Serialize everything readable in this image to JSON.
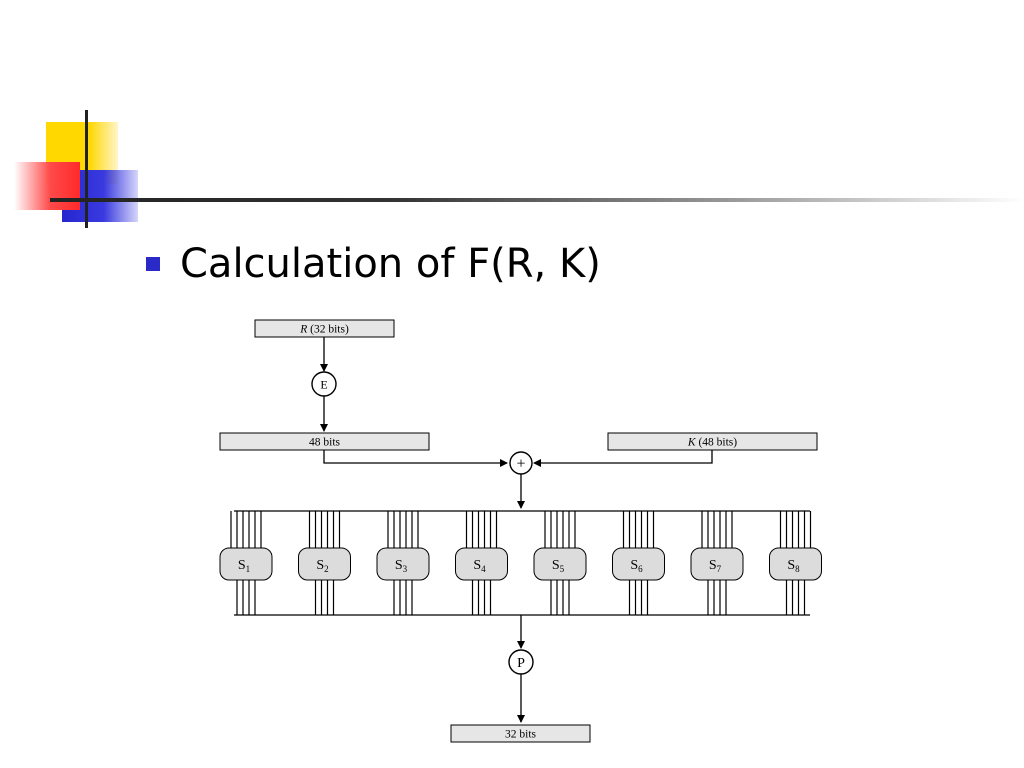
{
  "slide": {
    "bullet": "Calculation of F(R, K)"
  },
  "colors": {
    "accent_yellow": "#ffd800",
    "accent_red": "#ff3030",
    "accent_blue": "#2626d0",
    "rule": "#333333",
    "box_fill": "#e6e6e6",
    "sbox_fill": "#dcdcdc",
    "line": "#000000"
  },
  "diagram": {
    "r_label_var": "R",
    "r_label_rest": " (32 bits)",
    "e_label": "E",
    "bits48_label": "48 bits",
    "k_label_var": "K",
    "k_label_rest": " (48 bits)",
    "xor_symbol": "+",
    "sboxes": [
      {
        "name": "S",
        "sub": "1"
      },
      {
        "name": "S",
        "sub": "2"
      },
      {
        "name": "S",
        "sub": "3"
      },
      {
        "name": "S",
        "sub": "4"
      },
      {
        "name": "S",
        "sub": "5"
      },
      {
        "name": "S",
        "sub": "6"
      },
      {
        "name": "S",
        "sub": "7"
      },
      {
        "name": "S",
        "sub": "8"
      }
    ],
    "p_label": "P",
    "bits32_label": "32 bits"
  }
}
